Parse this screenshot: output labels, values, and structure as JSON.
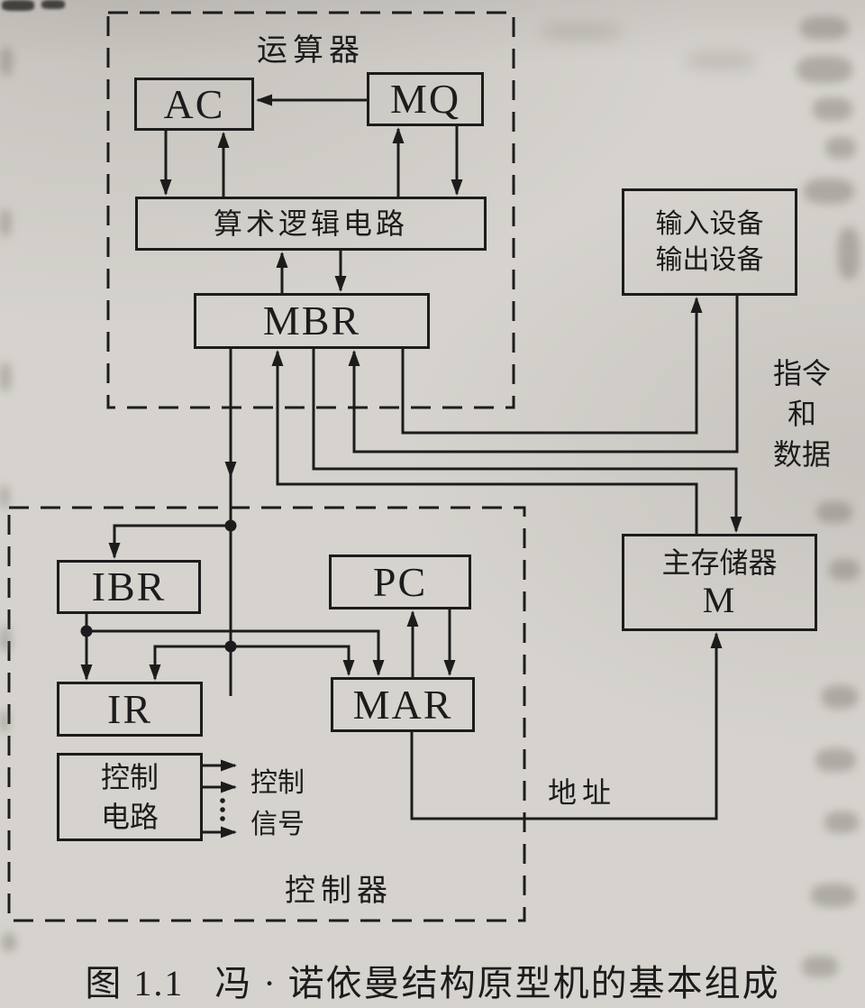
{
  "colors": {
    "paper": "#d6d3ce",
    "ink": "#1c1c1c"
  },
  "figure": {
    "caption_figure_no": "图 1.1",
    "caption_title": "冯 · 诺依曼结构原型机的基本组成"
  },
  "groups": {
    "arithmetic_unit": {
      "label": "运算器"
    },
    "control_unit": {
      "label": "控制器"
    }
  },
  "blocks": {
    "ac": {
      "label": "AC"
    },
    "mq": {
      "label": "MQ"
    },
    "alu": {
      "label": "算术逻辑电路"
    },
    "mbr": {
      "label": "MBR"
    },
    "io": {
      "line1": "输入设备",
      "line2": "输出设备"
    },
    "memory": {
      "line1": "主存储器",
      "line2": "M"
    },
    "ibr": {
      "label": "IBR"
    },
    "pc": {
      "label": "PC"
    },
    "ir": {
      "label": "IR"
    },
    "mar": {
      "label": "MAR"
    },
    "control_circuit": {
      "line1": "控制",
      "line2": "电路"
    }
  },
  "annotations": {
    "bus_label": {
      "line1": "指令",
      "line2": "和",
      "line3": "数据"
    },
    "address_label": "地址",
    "control_signal_label": {
      "line1": "控制",
      "line2": "信号"
    }
  }
}
